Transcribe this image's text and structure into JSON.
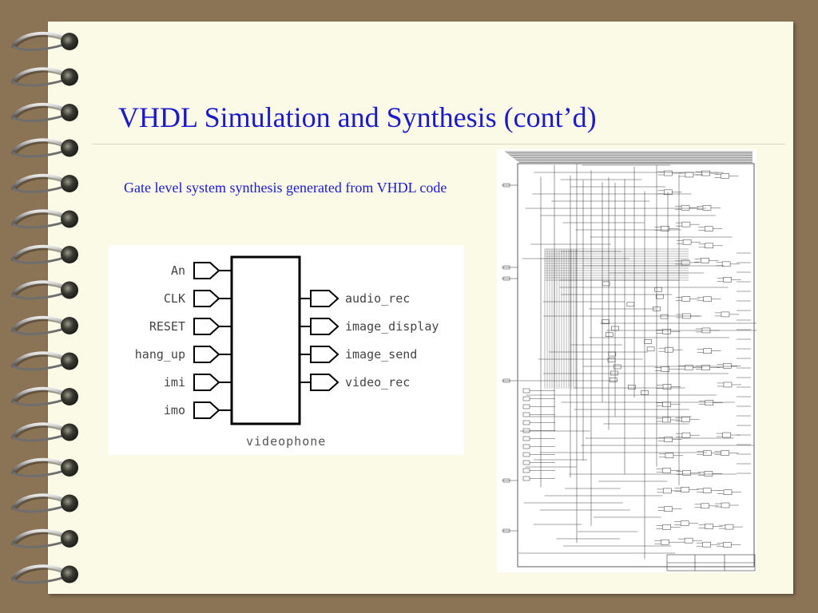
{
  "slide": {
    "title": "VHDL Simulation and Synthesis (cont’d)",
    "caption": "Gate level system synthesis generated from VHDL code"
  },
  "block_diagram": {
    "component_name": "videophone",
    "inputs": [
      "An",
      "CLK",
      "RESET",
      "hang_up",
      "imi",
      "imo"
    ],
    "outputs": [
      "audio_rec",
      "image_display",
      "image_send",
      "video_rec"
    ]
  },
  "colors": {
    "background": "#8b7355",
    "page": "#fafae6",
    "title_text": "#1a1acc"
  },
  "icons": [
    "spiral-binding-icon",
    "input-port-icon",
    "output-port-icon"
  ]
}
